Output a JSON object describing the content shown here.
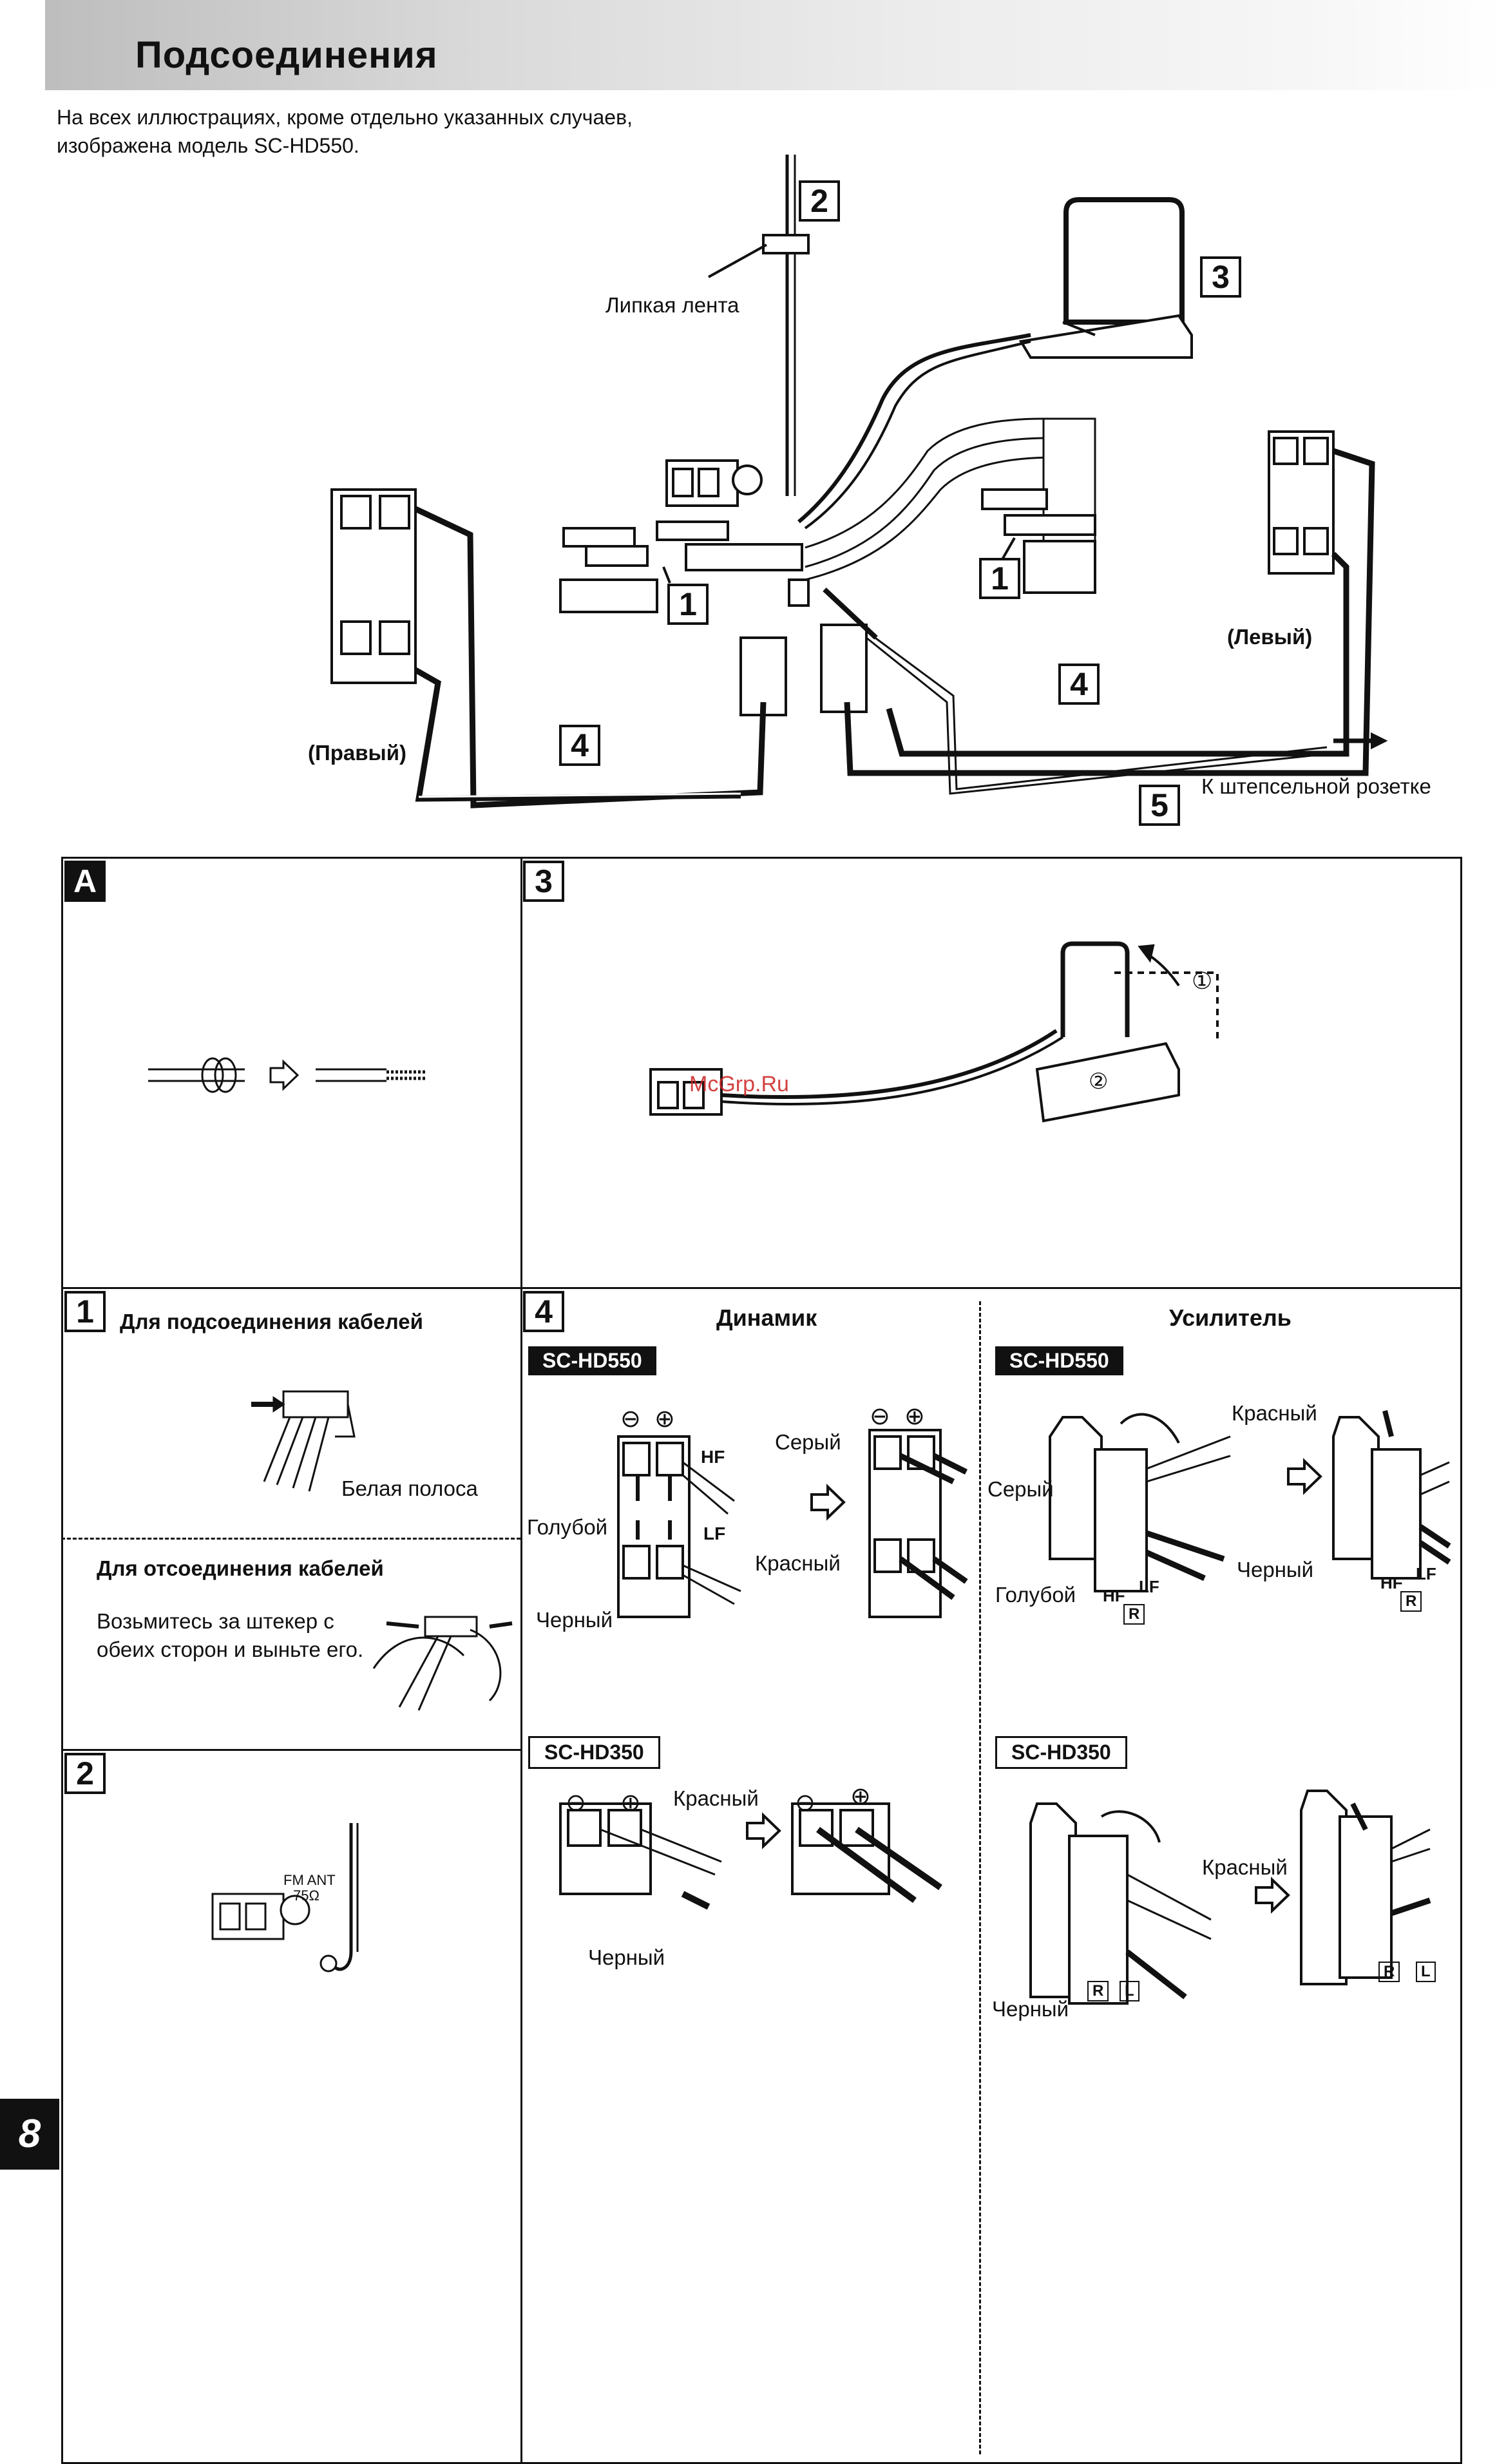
{
  "header": {
    "title": "Подсоединения"
  },
  "intro": "На всех иллюстрациях, кроме отдельно указанных случаев, изображена модель SC-HD550.",
  "main_diagram": {
    "labels": {
      "tape": "Липкая лента",
      "left": "(Левый)",
      "right": "(Правый)",
      "outlet": "К штепсельной розетке"
    },
    "callouts": [
      "1",
      "1",
      "2",
      "3",
      "4",
      "4",
      "5"
    ]
  },
  "section_a": {
    "marker": "A"
  },
  "section_3": {
    "marker": "3",
    "step1": "①",
    "step2": "②",
    "watermark": "McGrp.Ru"
  },
  "section_1": {
    "marker": "1",
    "connect_heading": "Для подсоединения кабелей",
    "stripe_label": "Белая полоса",
    "disconnect_heading": "Для отсоединения кабелей",
    "disconnect_text": "Возьмитесь за штекер с обеих сторон и выньте его."
  },
  "section_2": {
    "marker": "2",
    "fm_ant": "FM ANT",
    "ohm": "75Ω"
  },
  "section_4": {
    "marker": "4",
    "speaker_heading": "Динамик",
    "amp_heading": "Усилитель",
    "model_550": "SC-HD550",
    "model_350": "SC-HD350",
    "grey": "Серый",
    "blue": "Голубой",
    "red": "Красный",
    "black": "Черный",
    "hf": "HF",
    "lf": "LF",
    "r": "R",
    "l": "L",
    "minus": "⊖",
    "plus": "⊕"
  },
  "page_number": "8"
}
